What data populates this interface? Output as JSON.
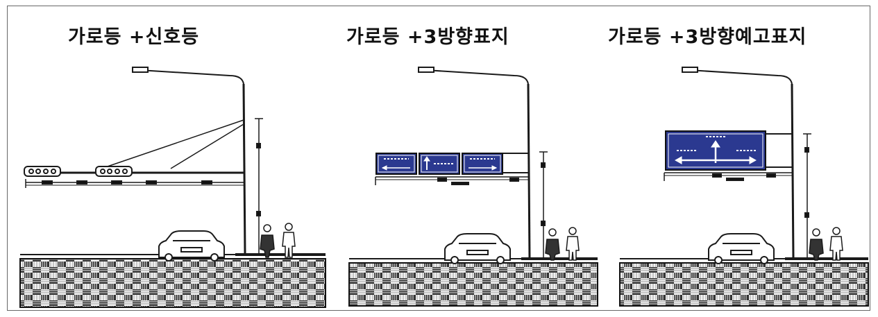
{
  "panels": [
    {
      "title": "가로등 +신호등"
    },
    {
      "title": "가로등 +3방향표지"
    },
    {
      "title": "가로등 +3방향예고표지"
    }
  ],
  "colors": {
    "line": "#1a1a1a",
    "sign_blue": "#2b3990",
    "sign_white": "#ffffff",
    "ground_dark": "#222222",
    "ground_light": "#e8e8e8"
  }
}
